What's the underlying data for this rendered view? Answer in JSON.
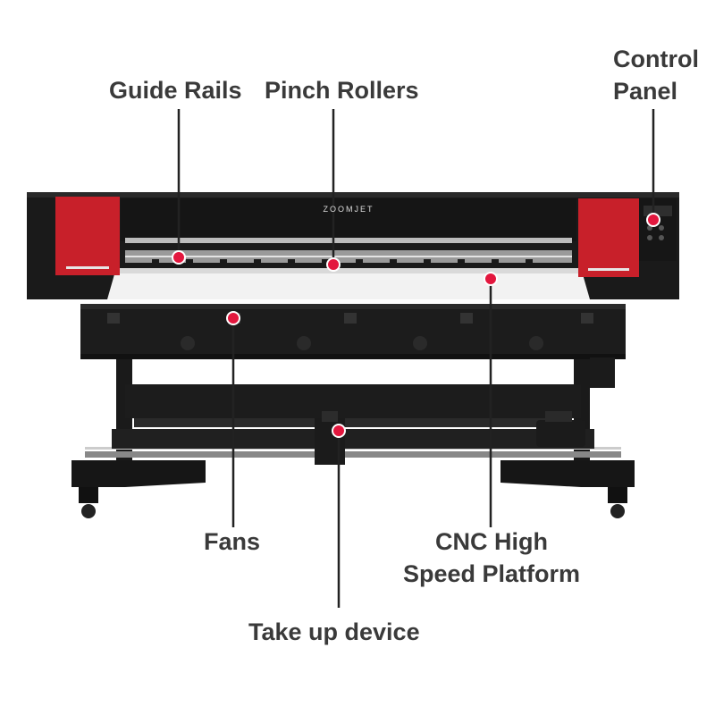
{
  "diagram": {
    "brand_text": "ZOOMJET",
    "colors": {
      "accent": "#e3173e",
      "panel_red": "#c8202a",
      "machine": "#1a1a1a",
      "label": "#3a3a3a",
      "leader": "#222222"
    },
    "callouts": [
      {
        "id": "guide-rails",
        "label": "Guide Rails"
      },
      {
        "id": "pinch-rollers",
        "label": "Pinch Rollers"
      },
      {
        "id": "control-panel",
        "label": "Control\nPanel"
      },
      {
        "id": "fans",
        "label": "Fans"
      },
      {
        "id": "cnc-platform",
        "label": "CNC High\nSpeed Platform"
      },
      {
        "id": "take-up",
        "label": "Take up device"
      }
    ]
  }
}
